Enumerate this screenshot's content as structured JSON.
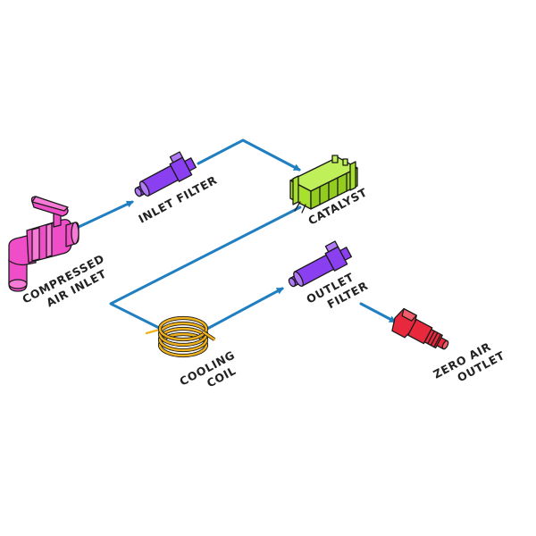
{
  "colors": {
    "flow_line": "#1f7fc1",
    "compressed_air_inlet": "#f04ec8",
    "inlet_filter": "#8a3ff0",
    "catalyst": "#a8e02e",
    "outlet_filter": "#8a3ff0",
    "cooling_coil": "#f0b21c",
    "zero_air_outlet": "#e8283c"
  },
  "labels": {
    "compressed_air_inlet": [
      "COMPRESSED",
      "AIR INLET"
    ],
    "inlet_filter": [
      "INLET FILTER"
    ],
    "catalyst": [
      "CATALYST"
    ],
    "outlet_filter": [
      "OUTLET",
      "FILTER"
    ],
    "cooling_coil": [
      "COOLING",
      "COIL"
    ],
    "zero_air_outlet": [
      "ZERO AIR",
      "OUTLET"
    ]
  }
}
